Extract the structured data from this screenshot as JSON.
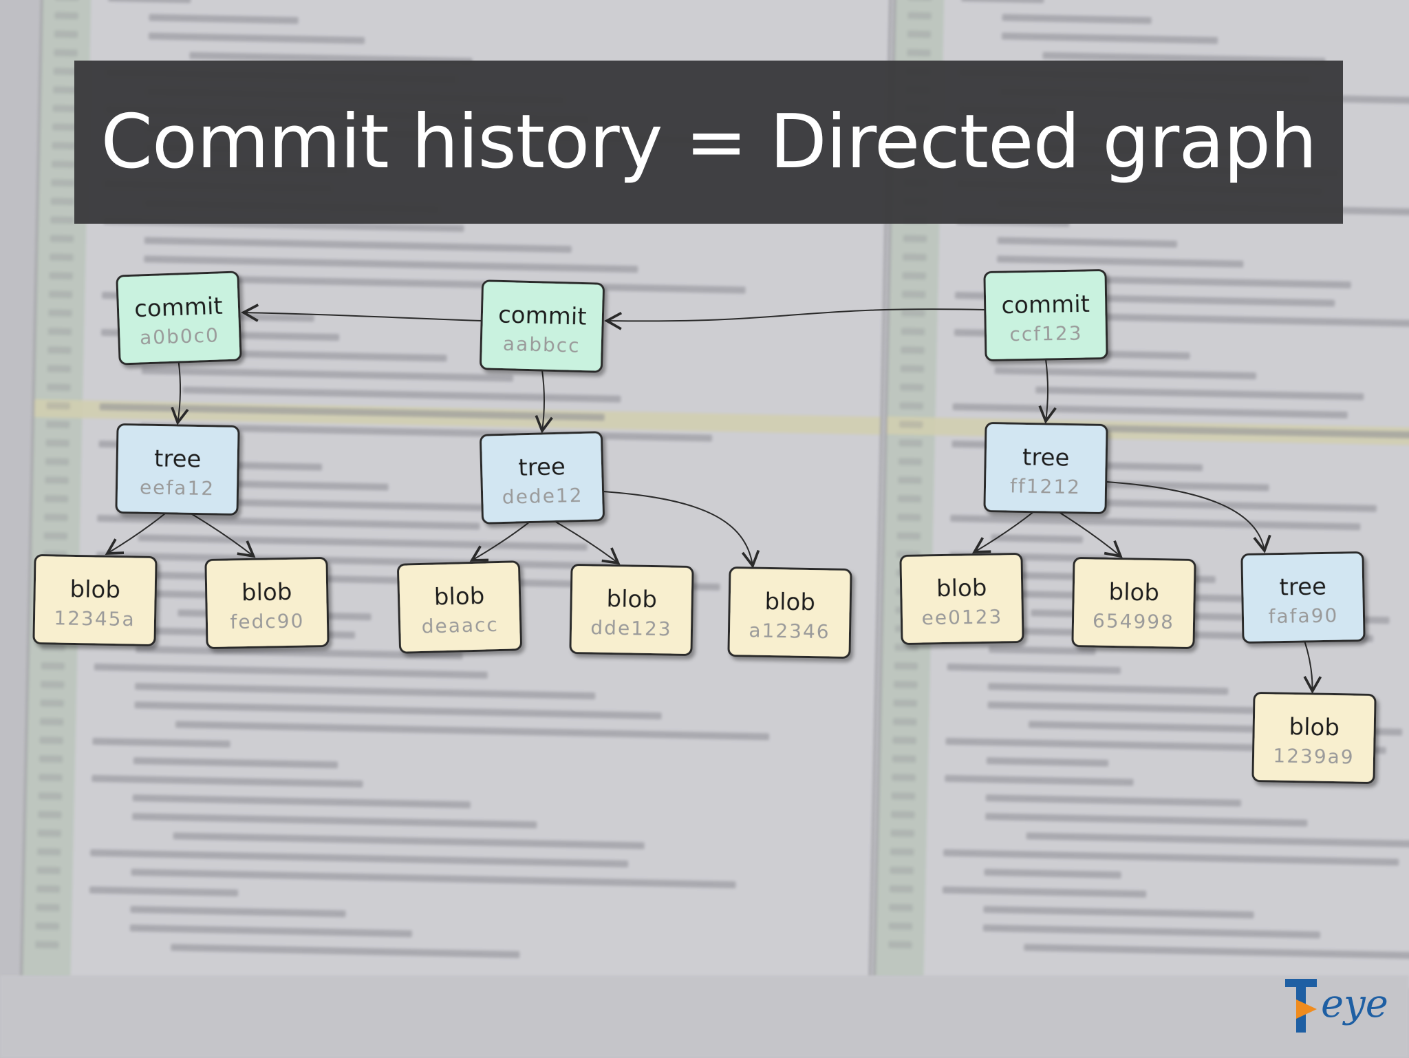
{
  "title": "Commit history = Directed graph",
  "logo_text": "eye",
  "colors": {
    "commit": "#c9f2df",
    "tree": "#d2e6f2",
    "blob": "#f8efcf",
    "banner": "#3a3a3c",
    "logo_blue": "#1e5fa3",
    "logo_orange": "#f08c1e"
  },
  "nodes": [
    {
      "id": "c1",
      "type": "commit",
      "hash": "a0b0c0"
    },
    {
      "id": "c2",
      "type": "commit",
      "hash": "aabbcc"
    },
    {
      "id": "c3",
      "type": "commit",
      "hash": "ccf123"
    },
    {
      "id": "t1",
      "type": "tree",
      "hash": "eefa12"
    },
    {
      "id": "t2",
      "type": "tree",
      "hash": "dede12"
    },
    {
      "id": "t3",
      "type": "tree",
      "hash": "ff1212"
    },
    {
      "id": "t4",
      "type": "tree",
      "hash": "fafa90"
    },
    {
      "id": "b1",
      "type": "blob",
      "hash": "12345a"
    },
    {
      "id": "b2",
      "type": "blob",
      "hash": "fedc90"
    },
    {
      "id": "b3",
      "type": "blob",
      "hash": "deaacc"
    },
    {
      "id": "b4",
      "type": "blob",
      "hash": "dde123"
    },
    {
      "id": "b5",
      "type": "blob",
      "hash": "a12346"
    },
    {
      "id": "b6",
      "type": "blob",
      "hash": "ee0123"
    },
    {
      "id": "b7",
      "type": "blob",
      "hash": "654998"
    },
    {
      "id": "b8",
      "type": "blob",
      "hash": "1239a9"
    }
  ],
  "edges": [
    {
      "from": "c2",
      "to": "c1"
    },
    {
      "from": "c3",
      "to": "c2"
    },
    {
      "from": "c1",
      "to": "t1"
    },
    {
      "from": "c2",
      "to": "t2"
    },
    {
      "from": "c3",
      "to": "t3"
    },
    {
      "from": "t1",
      "to": "b1"
    },
    {
      "from": "t1",
      "to": "b2"
    },
    {
      "from": "t2",
      "to": "b3"
    },
    {
      "from": "t2",
      "to": "b4"
    },
    {
      "from": "t2",
      "to": "b5"
    },
    {
      "from": "t3",
      "to": "b6"
    },
    {
      "from": "t3",
      "to": "b7"
    },
    {
      "from": "t3",
      "to": "t4"
    },
    {
      "from": "t4",
      "to": "b8"
    }
  ]
}
